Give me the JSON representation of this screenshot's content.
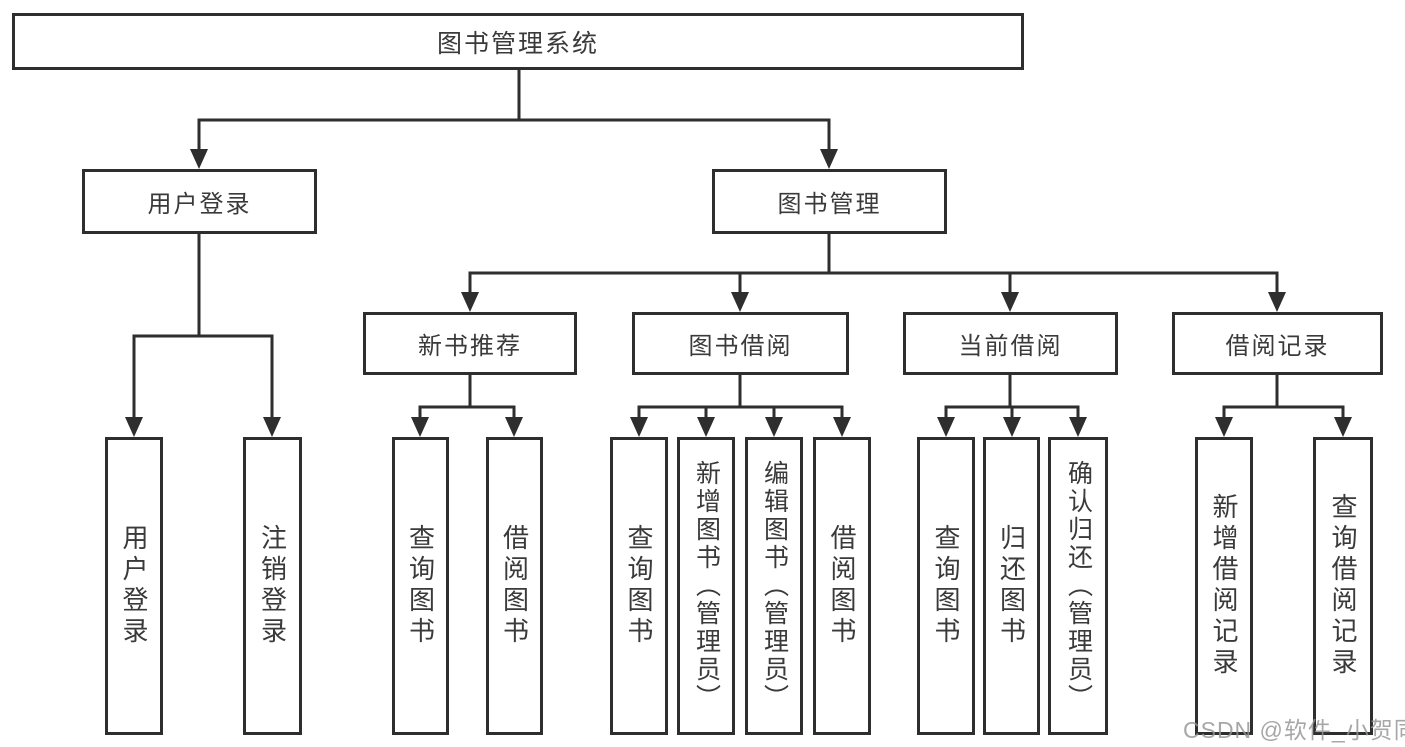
{
  "diagram": {
    "title": "图书管理系统",
    "tree": {
      "root": {
        "label": "图书管理系统",
        "children": [
          {
            "label": "用户登录",
            "children": [
              {
                "label": "用户登录"
              },
              {
                "label": "注销登录"
              }
            ]
          },
          {
            "label": "图书管理",
            "children": [
              {
                "label": "新书推荐",
                "children": [
                  {
                    "label": "查询图书"
                  },
                  {
                    "label": "借阅图书"
                  }
                ]
              },
              {
                "label": "图书借阅",
                "children": [
                  {
                    "label": "查询图书"
                  },
                  {
                    "label": "新增图书（管理员）"
                  },
                  {
                    "label": "编辑图书（管理员）"
                  },
                  {
                    "label": "借阅图书"
                  }
                ]
              },
              {
                "label": "当前借阅",
                "children": [
                  {
                    "label": "查询图书"
                  },
                  {
                    "label": "归还图书"
                  },
                  {
                    "label": "确认归还（管理员）"
                  }
                ]
              },
              {
                "label": "借阅记录",
                "children": [
                  {
                    "label": "新增借阅记录"
                  },
                  {
                    "label": "查询借阅记录"
                  }
                ]
              }
            ]
          }
        ]
      }
    },
    "colors": {
      "line": "#2e2e2e",
      "box_border": "#2e2e2e",
      "text": "#3a3a3a",
      "background": "#ffffff",
      "watermark": "#949494"
    }
  },
  "watermark": {
    "text": "CSDN @软件_小贺同学"
  }
}
